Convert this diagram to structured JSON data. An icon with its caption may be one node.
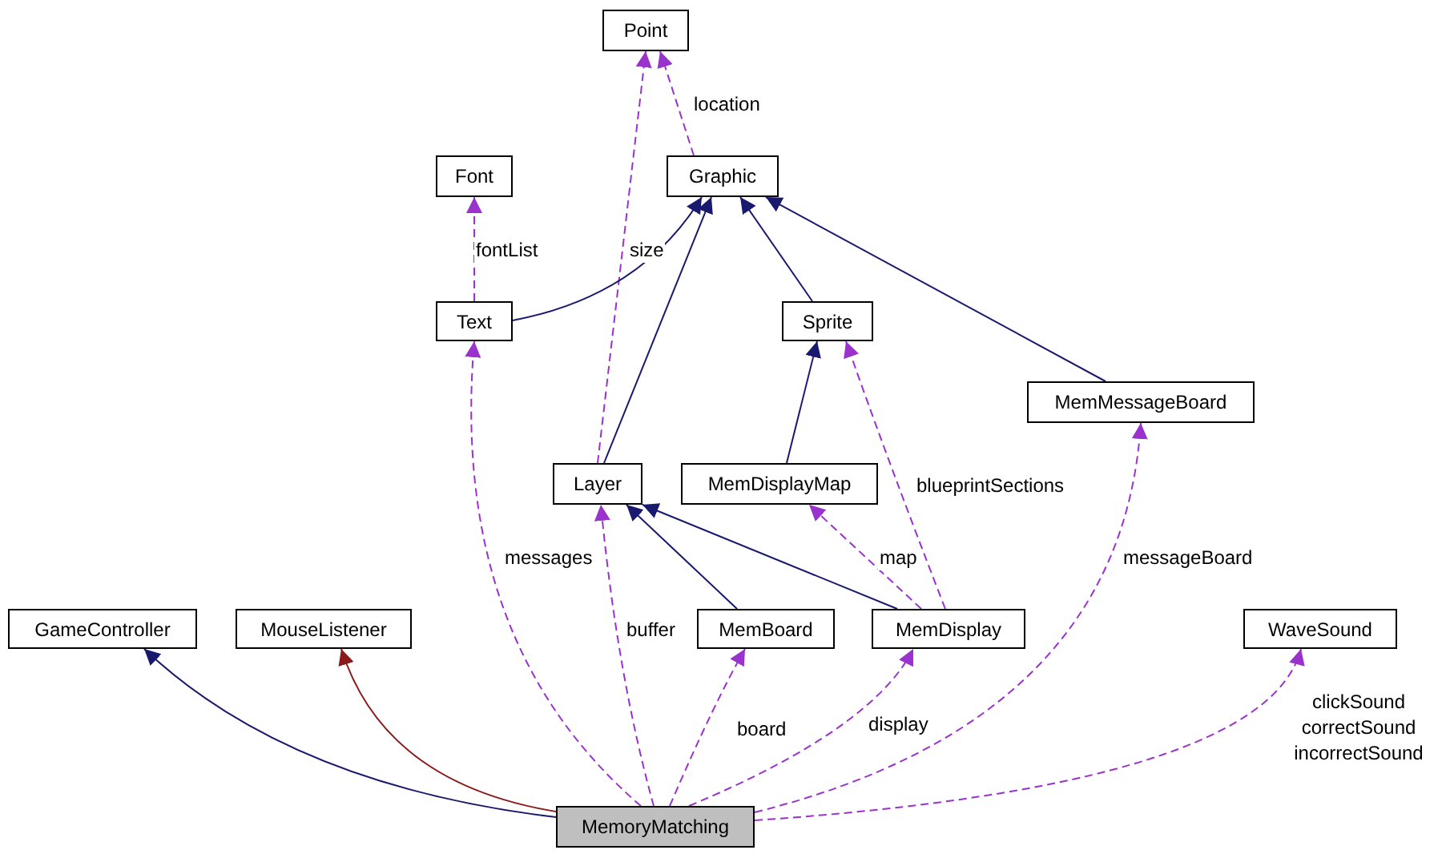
{
  "diagram": {
    "nodes": [
      {
        "text": [
          "Point"
        ]
      },
      {
        "text": [
          "Font"
        ]
      },
      {
        "text": [
          "Graphic"
        ]
      },
      {
        "text": [
          "Text"
        ]
      },
      {
        "text": [
          "Sprite"
        ]
      },
      {
        "text": [
          "MemMessageBoard"
        ]
      },
      {
        "text": [
          "Layer"
        ]
      },
      {
        "text": [
          "MemDisplayMap"
        ]
      },
      {
        "text": [
          "GameController"
        ]
      },
      {
        "text": [
          "MouseListener"
        ]
      },
      {
        "text": [
          "MemBoard"
        ]
      },
      {
        "text": [
          "MemDisplay"
        ]
      },
      {
        "text": [
          "WaveSound"
        ]
      },
      {
        "text": [
          "MemoryMatching"
        ]
      }
    ],
    "edges": [
      {
        "from": 2,
        "to": 0,
        "arrow": "to",
        "label": "location",
        "style": "dashed"
      },
      {
        "from": 3,
        "to": 1,
        "arrow": "to",
        "label": "fontList",
        "style": "dashed"
      },
      {
        "from": 6,
        "to": 0,
        "arrow": "to",
        "label": "size",
        "style": "dashed"
      },
      {
        "from": 3,
        "to": 2,
        "arrow": "to",
        "color": "#191970"
      },
      {
        "from": 6,
        "to": 2,
        "arrow": "to",
        "color": "#191970"
      },
      {
        "from": 4,
        "to": 2,
        "arrow": "to",
        "color": "#191970"
      },
      {
        "from": 5,
        "to": 2,
        "arrow": "to",
        "color": "#191970"
      },
      {
        "from": 7,
        "to": 4,
        "arrow": "to",
        "color": "#191970"
      },
      {
        "from": 11,
        "to": 4,
        "arrow": "to",
        "label": "blueprintSections",
        "style": "dashed"
      },
      {
        "from": 10,
        "to": 6,
        "arrow": "to",
        "color": "#191970"
      },
      {
        "from": 11,
        "to": 6,
        "arrow": "to",
        "color": "#191970"
      },
      {
        "from": 11,
        "to": 7,
        "arrow": "to",
        "label": "map",
        "style": "dashed"
      },
      {
        "from": 13,
        "to": 8,
        "arrow": "to",
        "color": "#191970"
      },
      {
        "from": 13,
        "to": 9,
        "arrow": "to",
        "color": "#8b1a1a"
      },
      {
        "from": 13,
        "to": 3,
        "arrow": "to",
        "label": "messages",
        "style": "dashed"
      },
      {
        "from": 13,
        "to": 6,
        "arrow": "to",
        "label": "buffer",
        "style": "dashed"
      },
      {
        "from": 13,
        "to": 10,
        "arrow": "to",
        "label": "board",
        "style": "dashed"
      },
      {
        "from": 13,
        "to": 11,
        "arrow": "to",
        "label": "display",
        "style": "dashed"
      },
      {
        "from": 13,
        "to": 5,
        "arrow": "to",
        "label": "messageBoard",
        "style": "dashed"
      },
      {
        "from": 13,
        "to": 12,
        "arrow": "to",
        "label": "clickSound correctSound incorrectSound",
        "style": "dashed"
      }
    ]
  }
}
